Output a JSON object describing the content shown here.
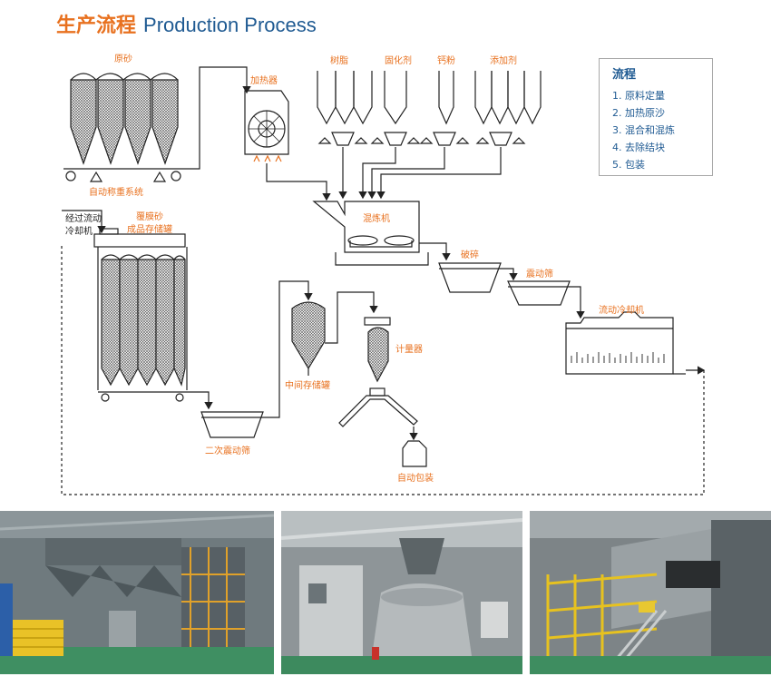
{
  "title": {
    "cn": "生产流程",
    "en": "Production Process"
  },
  "legend": {
    "title": "流程",
    "items": [
      "1. 原料定量",
      "2. 加热原沙",
      "3. 混合和混炼",
      "4. 去除结块",
      "5. 包装"
    ]
  },
  "labels": {
    "raw_sand": "原砂",
    "auto_weigh": "自动称重系统",
    "heater": "加热器",
    "resin": "树脂",
    "curing_agent": "固化剂",
    "calcium_powder": "钙粉",
    "additive": "添加剂",
    "mixer": "混炼机",
    "crusher": "破碎",
    "vibrating_screen": "震动筛",
    "fluid_cooler": "流动冷却机",
    "cooler_note_1": "经过流动",
    "cooler_note_2": "冷却机",
    "coated_sand_1": "覆膜砂",
    "coated_sand_2": "成品存储罐",
    "secondary_screen": "二次震动筛",
    "middle_tank": "中间存储罐",
    "meter": "计量器",
    "auto_pack": "自动包装"
  },
  "colors": {
    "accent_orange": "#e8711f",
    "brand_blue": "#1f5a92",
    "line": "#222222"
  }
}
